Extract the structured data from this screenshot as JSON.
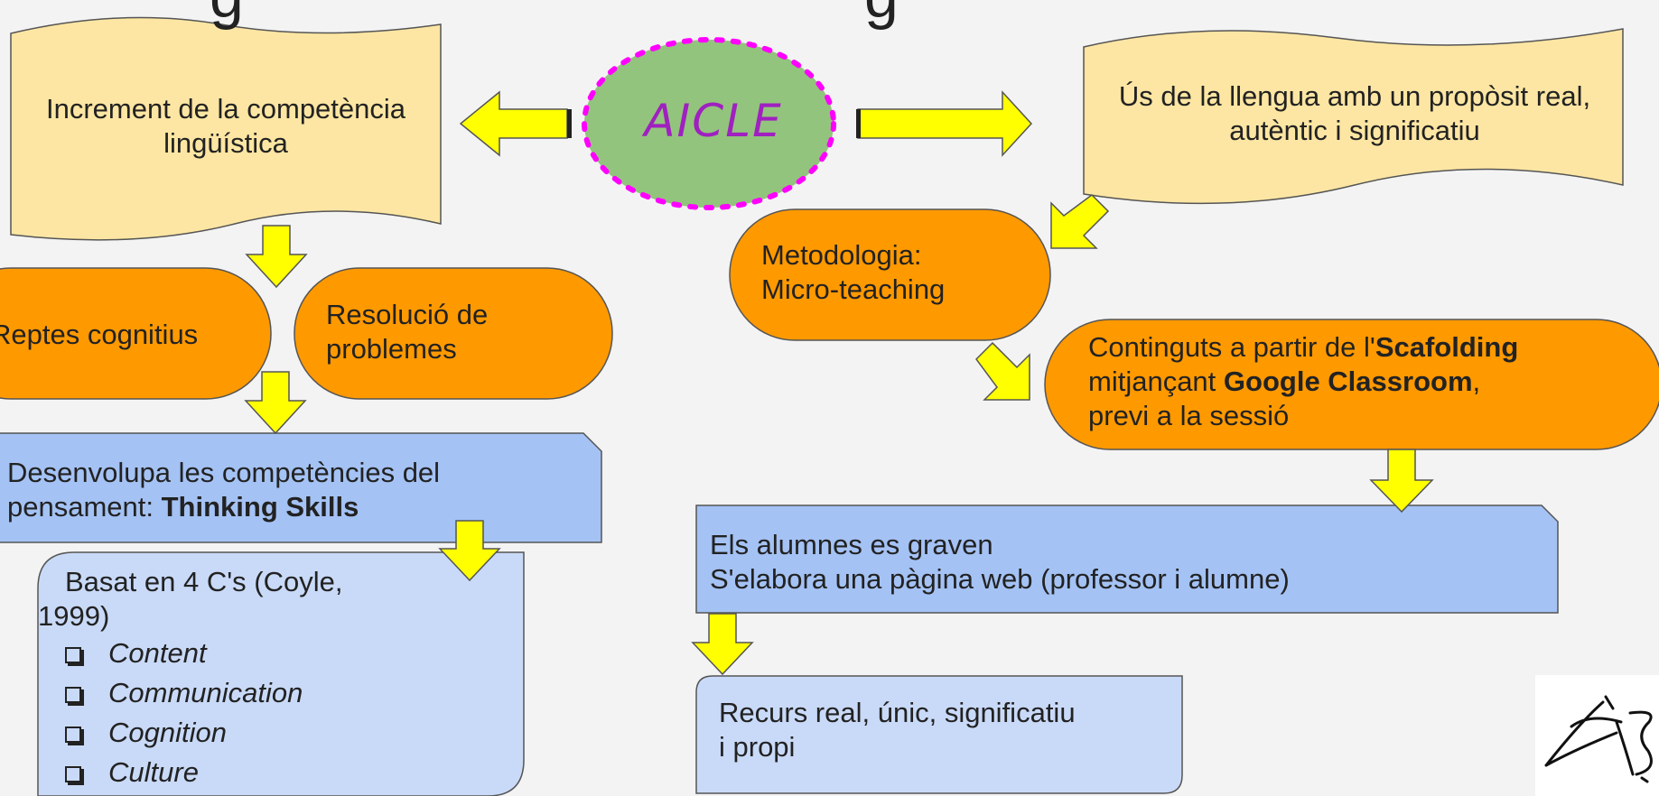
{
  "title": {
    "left_fragment": "g",
    "right_fragment": "g"
  },
  "center": {
    "label": "AICLE"
  },
  "left": {
    "increment_box": "Increment de la competència lingüística",
    "reptes": "Reptes cognitius",
    "resolucio": "Resolució de problemes",
    "desenvolupa": {
      "line1": "Desenvolupa les competències del",
      "line2_prefix": "pensament: ",
      "line2_bold": "Thinking Skills"
    },
    "basat": {
      "line1": "Basat en 4 C's (Coyle,",
      "line2": "1999)",
      "items": [
        "Content",
        "Communication",
        "Cognition",
        "Culture"
      ]
    }
  },
  "right": {
    "us_box": "Ús de la llengua amb un propòsit real, autèntic i significatiu",
    "metodologia": {
      "line1": "Metodologia:",
      "line2": "Micro-teaching"
    },
    "continguts": {
      "part1": "Continguts a partir de l'",
      "bold1": "Scafolding",
      "part2": "mitjançant ",
      "bold2": "Google Classroom",
      "part3": ",",
      "part4": "previ a la sessió"
    },
    "alumnes": {
      "line1": "Els alumnes es graven",
      "line2": "S'elabora una pàgina web (professor i alumne)"
    },
    "recurs": {
      "line1": "Recurs real, únic, significatiu",
      "line2": "i propi"
    }
  },
  "colors": {
    "background": "#f3f3f3",
    "document_fill": "#fde6a3",
    "orange_fill": "#ff9900",
    "blue_fill": "#a4c2f4",
    "light_blue_fill": "#c9daf8",
    "arrow_fill": "#ffff00",
    "ellipse_fill": "#93c47d",
    "ellipse_dots": "#ff00ff",
    "aicle_text": "#a020c0"
  },
  "icons": {
    "logo": "signature-logo-icon"
  }
}
